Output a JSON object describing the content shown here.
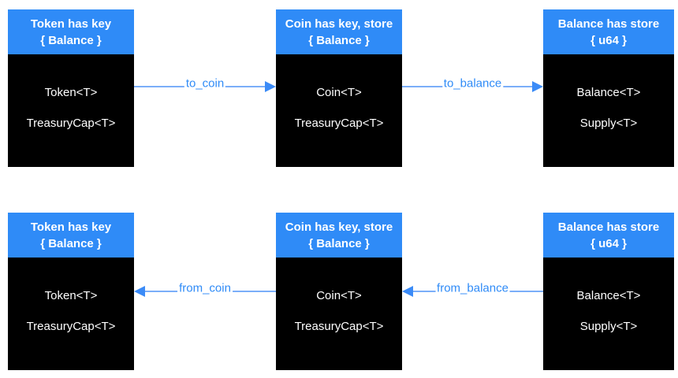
{
  "colors": {
    "background": "#ffffff",
    "header_bg": "#2F8BF7",
    "body_bg": "#000000",
    "header_text": "#ffffff",
    "body_text": "#ffffff",
    "arrow_line": "#7BAEF9",
    "arrow_head": "#3B8BF7",
    "label_text": "#2F8BF7"
  },
  "boxes": [
    {
      "id": "token-top",
      "header": [
        "Token has key",
        "{ Balance }"
      ],
      "items": [
        "Token<T>",
        "TreasuryCap<T>"
      ]
    },
    {
      "id": "coin-top",
      "header": [
        "Coin has key, store",
        "{ Balance }"
      ],
      "items": [
        "Coin<T>",
        "TreasuryCap<T>"
      ]
    },
    {
      "id": "balance-top",
      "header": [
        "Balance has store",
        "{ u64 }"
      ],
      "items": [
        "Balance<T>",
        "Supply<T>"
      ]
    },
    {
      "id": "token-bot",
      "header": [
        "Token has key",
        "{ Balance }"
      ],
      "items": [
        "Token<T>",
        "TreasuryCap<T>"
      ]
    },
    {
      "id": "coin-bot",
      "header": [
        "Coin has key, store",
        "{ Balance }"
      ],
      "items": [
        "Coin<T>",
        "TreasuryCap<T>"
      ]
    },
    {
      "id": "balance-bot",
      "header": [
        "Balance has store",
        "{ u64 }"
      ],
      "items": [
        "Balance<T>",
        "Supply<T>"
      ]
    }
  ],
  "arrows": [
    {
      "label": "to_coin",
      "direction": "right"
    },
    {
      "label": "to_balance",
      "direction": "right"
    },
    {
      "label": "from_coin",
      "direction": "left"
    },
    {
      "label": "from_balance",
      "direction": "left"
    }
  ]
}
